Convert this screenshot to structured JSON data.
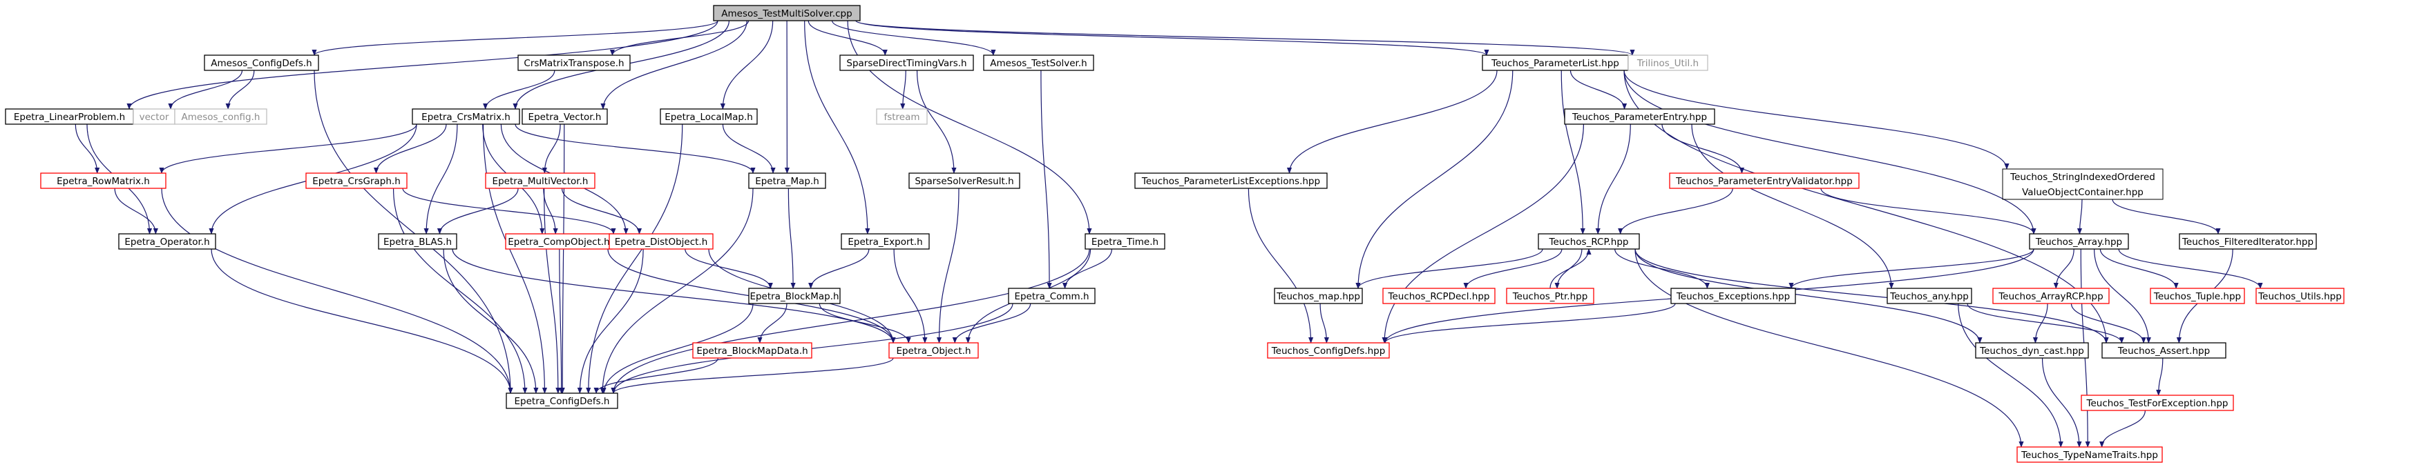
{
  "colors": {
    "edge": "#191970",
    "text": "#000000",
    "root_fill": "#bfbfbf",
    "border_black": "#000000",
    "border_red": "#ff0000",
    "border_grey": "#bfbfbf"
  },
  "nodes": [
    {
      "id": "root",
      "label": "Amesos_TestMultiSolver.cpp",
      "kind": "root"
    },
    {
      "id": "configdefs",
      "label": "Amesos_ConfigDefs.h",
      "kind": "black"
    },
    {
      "id": "crstranspose",
      "label": "CrsMatrixTranspose.h",
      "kind": "black"
    },
    {
      "id": "sparsetiming",
      "label": "SparseDirectTimingVars.h",
      "kind": "black"
    },
    {
      "id": "testsolver",
      "label": "Amesos_TestSolver.h",
      "kind": "black"
    },
    {
      "id": "paramlist",
      "label": "Teuchos_ParameterList.hpp",
      "kind": "black"
    },
    {
      "id": "trilinosutil",
      "label": "Trilinos_Util.h",
      "kind": "grey"
    },
    {
      "id": "linearproblem",
      "label": "Epetra_LinearProblem.h",
      "kind": "black"
    },
    {
      "id": "vector_std",
      "label": "vector",
      "kind": "grey"
    },
    {
      "id": "amesosconfig",
      "label": "Amesos_config.h",
      "kind": "grey"
    },
    {
      "id": "crsmatrix",
      "label": "Epetra_CrsMatrix.h",
      "kind": "black"
    },
    {
      "id": "evector",
      "label": "Epetra_Vector.h",
      "kind": "black"
    },
    {
      "id": "localmap",
      "label": "Epetra_LocalMap.h",
      "kind": "black"
    },
    {
      "id": "fstream",
      "label": "fstream",
      "kind": "grey"
    },
    {
      "id": "sparseresult",
      "label": "SparseSolverResult.h",
      "kind": "black"
    },
    {
      "id": "rowmatrix",
      "label": "Epetra_RowMatrix.h",
      "kind": "red"
    },
    {
      "id": "crsgraph",
      "label": "Epetra_CrsGraph.h",
      "kind": "red"
    },
    {
      "id": "multivector",
      "label": "Epetra_MultiVector.h",
      "kind": "red"
    },
    {
      "id": "emap",
      "label": "Epetra_Map.h",
      "kind": "black"
    },
    {
      "id": "operator",
      "label": "Epetra_Operator.h",
      "kind": "black"
    },
    {
      "id": "blas",
      "label": "Epetra_BLAS.h",
      "kind": "black"
    },
    {
      "id": "compobject",
      "label": "Epetra_CompObject.h",
      "kind": "red"
    },
    {
      "id": "distobject",
      "label": "Epetra_DistObject.h",
      "kind": "red"
    },
    {
      "id": "export",
      "label": "Epetra_Export.h",
      "kind": "black"
    },
    {
      "id": "blockmap",
      "label": "Epetra_BlockMap.h",
      "kind": "black"
    },
    {
      "id": "etime",
      "label": "Epetra_Time.h",
      "kind": "black"
    },
    {
      "id": "ecomm",
      "label": "Epetra_Comm.h",
      "kind": "black"
    },
    {
      "id": "blockmapdata",
      "label": "Epetra_BlockMapData.h",
      "kind": "red"
    },
    {
      "id": "eobject",
      "label": "Epetra_Object.h",
      "kind": "red"
    },
    {
      "id": "econfigdefs",
      "label": "Epetra_ConfigDefs.h",
      "kind": "black"
    },
    {
      "id": "paramentry",
      "label": "Teuchos_ParameterEntry.hpp",
      "kind": "black"
    },
    {
      "id": "plexceptions",
      "label": "Teuchos_ParameterListExceptions.hpp",
      "kind": "black"
    },
    {
      "id": "pevalidator",
      "label": "Teuchos_ParameterEntryValidator.hpp",
      "kind": "red"
    },
    {
      "id": "sivoc1",
      "label": "Teuchos_StringIndexedOrdered",
      "kind": "black"
    },
    {
      "id": "sivoc2",
      "label": "ValueObjectContainer.hpp",
      "kind": "none"
    },
    {
      "id": "rcp",
      "label": "Teuchos_RCP.hpp",
      "kind": "black"
    },
    {
      "id": "tarray",
      "label": "Teuchos_Array.hpp",
      "kind": "black"
    },
    {
      "id": "filtered",
      "label": "Teuchos_FilteredIterator.hpp",
      "kind": "black"
    },
    {
      "id": "tmap",
      "label": "Teuchos_map.hpp",
      "kind": "black"
    },
    {
      "id": "rcpdecl",
      "label": "Teuchos_RCPDecl.hpp",
      "kind": "red"
    },
    {
      "id": "tptr",
      "label": "Teuchos_Ptr.hpp",
      "kind": "red"
    },
    {
      "id": "texceptions",
      "label": "Teuchos_Exceptions.hpp",
      "kind": "black"
    },
    {
      "id": "tany",
      "label": "Teuchos_any.hpp",
      "kind": "black"
    },
    {
      "id": "arrayrcp",
      "label": "Teuchos_ArrayRCP.hpp",
      "kind": "red"
    },
    {
      "id": "ttuple",
      "label": "Teuchos_Tuple.hpp",
      "kind": "red"
    },
    {
      "id": "tutils",
      "label": "Teuchos_Utils.hpp",
      "kind": "red"
    },
    {
      "id": "tconfigdefs",
      "label": "Teuchos_ConfigDefs.hpp",
      "kind": "red"
    },
    {
      "id": "dyncast",
      "label": "Teuchos_dyn_cast.hpp",
      "kind": "black"
    },
    {
      "id": "tassert",
      "label": "Teuchos_Assert.hpp",
      "kind": "black"
    },
    {
      "id": "testforexc",
      "label": "Teuchos_TestForException.hpp",
      "kind": "red"
    },
    {
      "id": "typenametraits",
      "label": "Teuchos_TypeNameTraits.hpp",
      "kind": "red"
    }
  ]
}
